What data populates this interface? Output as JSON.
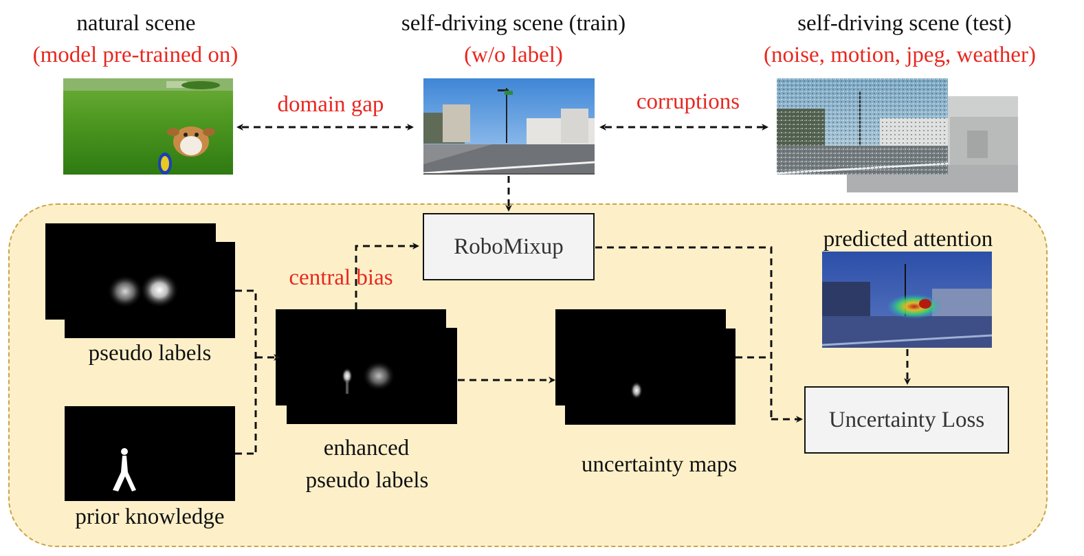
{
  "scenes": {
    "natural": {
      "title": "natural scene",
      "subtitle": "(model pre-trained on)"
    },
    "train": {
      "title": "self-driving scene (train)",
      "subtitle": "(w/o label)"
    },
    "test": {
      "title": "self-driving scene (test)",
      "subtitle": "(noise, motion, jpeg, weather)"
    }
  },
  "relations": {
    "domain_gap": "domain gap",
    "corruptions": "corruptions"
  },
  "modules": {
    "robomixup": "RoboMixup",
    "uncertainty_loss": "Uncertainty Loss"
  },
  "annotations": {
    "central_bias": "central bias"
  },
  "captions": {
    "pseudo_labels": "pseudo labels",
    "prior_knowledge": "prior knowledge",
    "enhanced_line1": "enhanced",
    "enhanced_line2": "pseudo labels",
    "uncertainty_maps": "uncertainty maps",
    "predicted_attention": "predicted attention"
  },
  "colors": {
    "accent_red": "#e8271f",
    "panel_fill": "#fdf0c9",
    "panel_border": "#c9a34a"
  }
}
